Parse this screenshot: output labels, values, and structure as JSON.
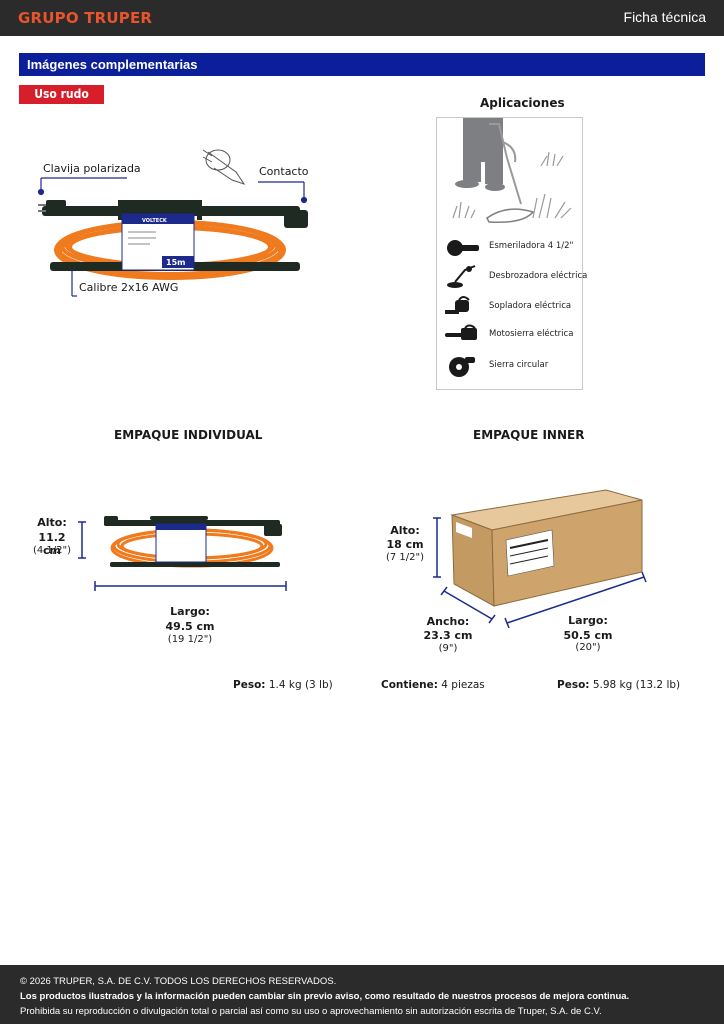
{
  "header": {
    "brand": "GRUPO TRUPER",
    "doc_type": "Ficha técnica"
  },
  "section": {
    "title": "Imágenes complementarias",
    "badge": "Uso rudo"
  },
  "product_callouts": {
    "plug": "Clavija polarizada",
    "outlet": "Contacto",
    "gauge": "Calibre 2x16 AWG",
    "label_brand": "VOLTECK",
    "label_length": "15m"
  },
  "applications": {
    "title": "Aplicaciones",
    "items": [
      {
        "label": "Esmeriladora 4 1/2\"",
        "icon": "angle-grinder-icon"
      },
      {
        "label": "Desbrozadora eléctrica",
        "icon": "string-trimmer-icon"
      },
      {
        "label": "Sopladora eléctrica",
        "icon": "leaf-blower-icon"
      },
      {
        "label": "Motosierra eléctrica",
        "icon": "chainsaw-icon"
      },
      {
        "label": "Sierra circular",
        "icon": "circular-saw-icon"
      }
    ]
  },
  "individual": {
    "title": "EMPAQUE INDIVIDUAL",
    "height_label": "Alto:",
    "height_cm": "11.2 cm",
    "height_in": "(4 1/2\")",
    "length_label": "Largo:",
    "length_cm": "49.5 cm",
    "length_in": "(19 1/2\")",
    "weight_label": "Peso:",
    "weight_value": "1.4 kg (3 lb)"
  },
  "inner": {
    "title": "EMPAQUE INNER",
    "height_label": "Alto:",
    "height_cm": "18 cm",
    "height_in": "(7 1/2\")",
    "width_label": "Ancho:",
    "width_cm": "23.3 cm",
    "width_in": "(9\")",
    "length_label": "Largo:",
    "length_cm": "50.5 cm",
    "length_in": "(20\")",
    "contains_label": "Contiene:",
    "contains_value": "4 piezas",
    "weight_label": "Peso:",
    "weight_value": "5.98 kg (13.2 lb)"
  },
  "footer": {
    "copyright": "© 2026 TRUPER, S.A. DE C.V. TODOS LOS DERECHOS RESERVADOS.",
    "notice": "Los productos ilustrados y la información pueden cambiar sin previo aviso, como resultado de nuestros procesos de mejora continua.",
    "prohibition": "Prohibida su reproducción o divulgación total o parcial así como su uso o aprovechamiento sin autorización escrita de Truper, S.A. de C.V."
  },
  "colors": {
    "header_bg": "#2b2b2b",
    "brand": "#e8542b",
    "section_bar": "#0c1f9a",
    "badge": "#d71e2b",
    "cable": "#f07a1e",
    "dimension_line": "#1c2a8c"
  }
}
